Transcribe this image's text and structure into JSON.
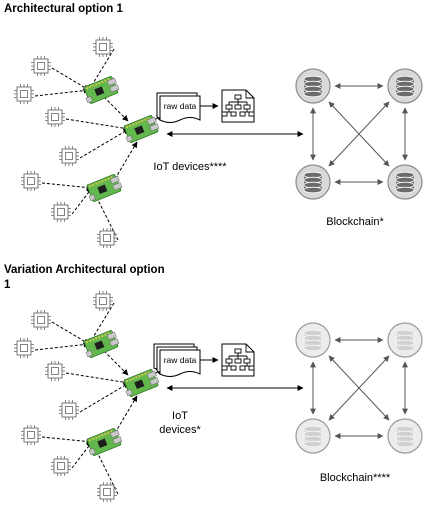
{
  "option_1": {
    "title": "Architectural option 1",
    "document_label": "raw data",
    "iot_label": "IoT devices****",
    "blockchain_label": "Blockchain*"
  },
  "option_2": {
    "title_line1": "Variation Architectural option",
    "title_line2": "1",
    "document_label": "raw data",
    "iot_label_line1": "IoT",
    "iot_label_line2": "devices*",
    "blockchain_label": "Blockchain****"
  },
  "icons": {
    "sensor": "microchip-sensor-icon",
    "board": "raspberry-pi-board-icon",
    "document": "document-stack-icon",
    "tree": "hierarchy-tree-icon",
    "node": "database-node-icon"
  },
  "colors": {
    "board_green": "#63b84d",
    "node_fill": "#d9d9d9",
    "node_fill_faded": "#ececec"
  }
}
